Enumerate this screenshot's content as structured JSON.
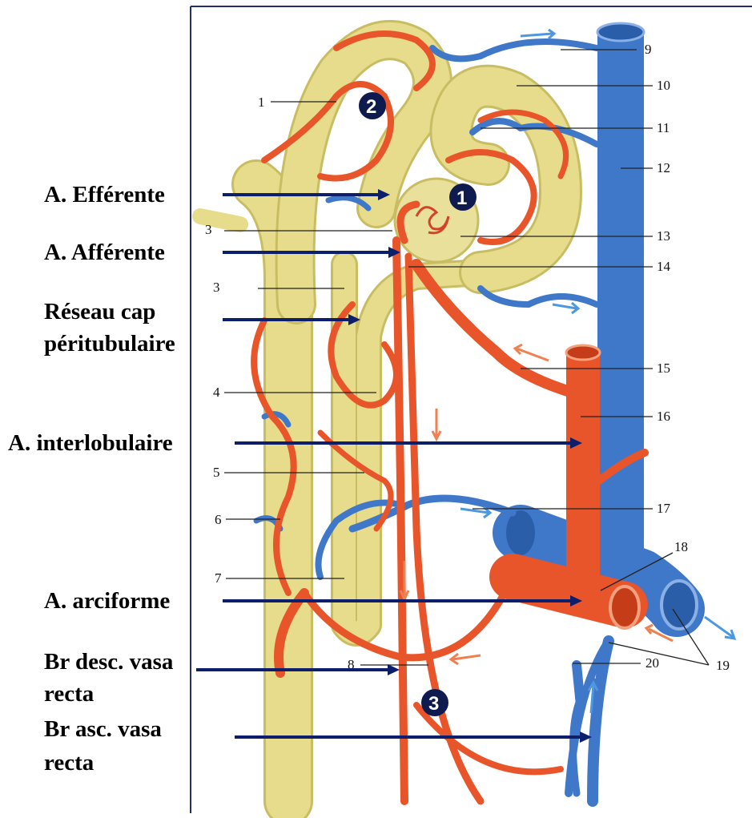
{
  "labels": {
    "efferente": "A. Efférente",
    "afferente": "A. Afférente",
    "reseau_line1": "Réseau cap",
    "reseau_line2": "péritubulaire",
    "interlobulaire": "A. interlobulaire",
    "arciforme": "A. arciforme",
    "desc_line1": "Br desc. vasa",
    "desc_line2": "recta",
    "asc_line1": "Br asc. vasa",
    "asc_line2": "recta"
  },
  "numbers": {
    "n1": "1",
    "n3": "3",
    "n3b": "3",
    "n4": "4",
    "n5": "5",
    "n6": "6",
    "n7": "7",
    "n8": "8",
    "n9": "9",
    "n10": "10",
    "n11": "11",
    "n12": "12",
    "n13": "13",
    "n14": "14",
    "n15": "15",
    "n16": "16",
    "n17": "17",
    "n18": "18",
    "n19": "19",
    "n20": "20"
  },
  "badges": {
    "b1": "1",
    "b2": "2",
    "b3": "3"
  },
  "colors": {
    "tubule": "#e6dc8c",
    "tubule_stroke": "#c9bd63",
    "artery": "#e8552a",
    "artery_dark": "#c53d18",
    "vein": "#3f78c8",
    "vein_dark": "#2b5ea8",
    "pointer": "#0d1e6b",
    "badge": "#0f1b4f"
  }
}
